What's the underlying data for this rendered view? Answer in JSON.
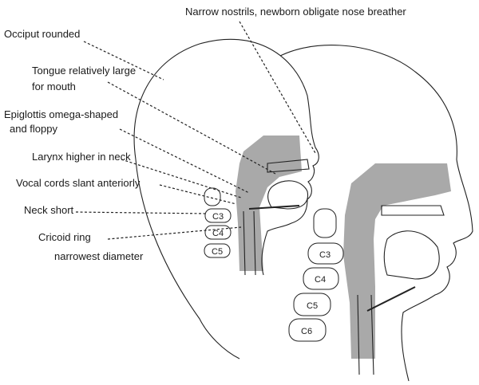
{
  "labels": {
    "nostrils": "Narrow nostrils, newborn obligate nose breather",
    "occiput": "Occiput rounded",
    "tongue_1": "Tongue relatively large",
    "tongue_2": "for mouth",
    "epiglottis_1": "Epiglottis omega-shaped",
    "epiglottis_2": "and floppy",
    "larynx": "Larynx higher in neck",
    "vocal_cords": "Vocal cords slant anteriorly",
    "neck": "Neck short",
    "cricoid_1": "Cricoid ring",
    "cricoid_2": "narrowest diameter"
  },
  "infant_vertebrae": [
    "C3",
    "C4",
    "C5"
  ],
  "adult_vertebrae": [
    "C3",
    "C4",
    "C5",
    "C6"
  ]
}
